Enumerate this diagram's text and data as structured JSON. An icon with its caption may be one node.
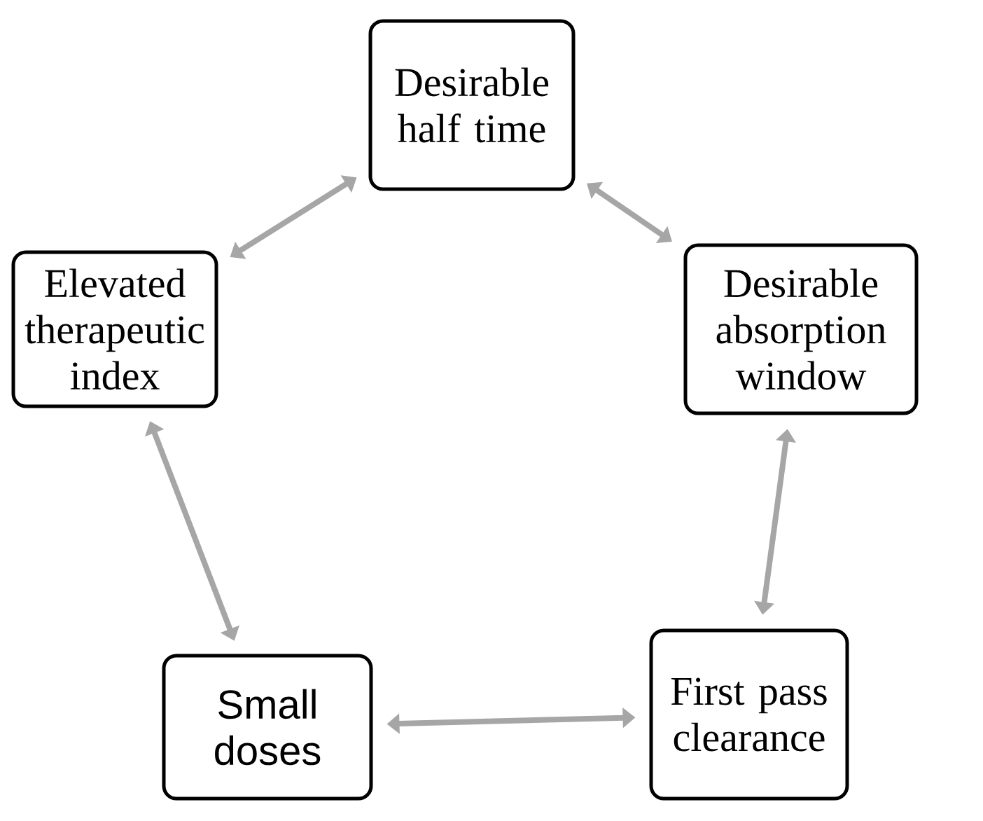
{
  "diagram": {
    "nodes": [
      {
        "text": [
          "Desirable half time"
        ]
      },
      {
        "text": [
          "Desirable absorption window"
        ]
      },
      {
        "text": [
          "First pass clearance"
        ]
      },
      {
        "text": [
          "Small doses"
        ]
      },
      {
        "text": [
          "Elevated therapeutic index"
        ]
      }
    ],
    "edges": [
      {
        "from": 0,
        "to": 1,
        "arrow": "both"
      },
      {
        "from": 1,
        "to": 2,
        "arrow": "both"
      },
      {
        "from": 2,
        "to": 3,
        "arrow": "both"
      },
      {
        "from": 3,
        "to": 4,
        "arrow": "both"
      },
      {
        "from": 4,
        "to": 0,
        "arrow": "both"
      }
    ]
  }
}
